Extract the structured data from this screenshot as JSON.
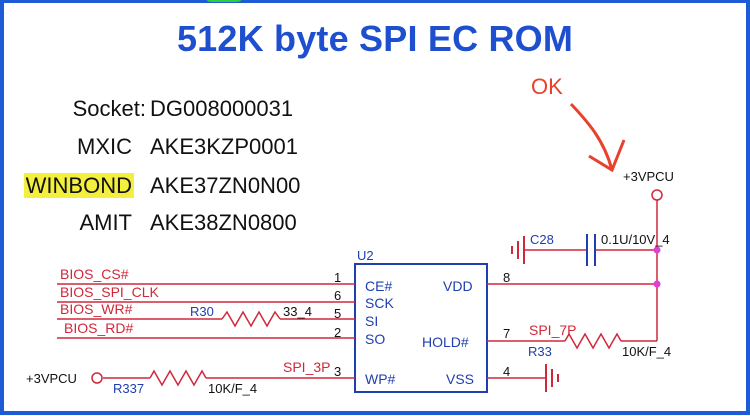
{
  "title": "512K byte SPI EC ROM",
  "part_numbers": [
    {
      "label": "Socket:",
      "value": "DG008000031",
      "highlight": false
    },
    {
      "label": "MXIC",
      "value": "AKE3KZP0001",
      "highlight": false
    },
    {
      "label": "WINBOND",
      "value": "AKE37ZN0N00",
      "highlight": true
    },
    {
      "label": "AMIT",
      "value": "AKE38ZN0800",
      "highlight": false
    }
  ],
  "annotation": {
    "text": "OK"
  },
  "chip": {
    "ref": "U2",
    "pins_left": [
      {
        "num": "1",
        "name": "CE#"
      },
      {
        "num": "6",
        "name": "SCK"
      },
      {
        "num": "5",
        "name": "SI"
      },
      {
        "num": "2",
        "name": "SO"
      },
      {
        "num": "3",
        "name": "WP#"
      }
    ],
    "pins_right": [
      {
        "num": "8",
        "name": "VDD"
      },
      {
        "num": "7",
        "name": "HOLD#"
      },
      {
        "num": "4",
        "name": "VSS"
      }
    ]
  },
  "nets": {
    "bios_cs": "BIOS_CS#",
    "bios_clk": "BIOS_SPI_CLK",
    "bios_wr": "BIOS_WR#",
    "bios_rd": "BIOS_RD#",
    "spi_3p": "SPI_3P",
    "spi_7p": "SPI_7P",
    "power_top": "+3VPCU",
    "power_left": "+3VPCU"
  },
  "components": {
    "r30": {
      "ref": "R30",
      "value": "33_4"
    },
    "r33": {
      "ref": "R33",
      "value": "10K/F_4"
    },
    "r337": {
      "ref": "R337",
      "value": "10K/F_4"
    },
    "c28": {
      "ref": "C28",
      "value": "0.1U/10V_4"
    }
  },
  "colors": {
    "title": "#1d4fcf",
    "wire": "#d0283b",
    "chip_outline": "#1f3fae",
    "annotation": "#e8412c",
    "junction": "#e23fd6",
    "highlight": "#f4ef3d",
    "frame": "#1f5bd6"
  }
}
